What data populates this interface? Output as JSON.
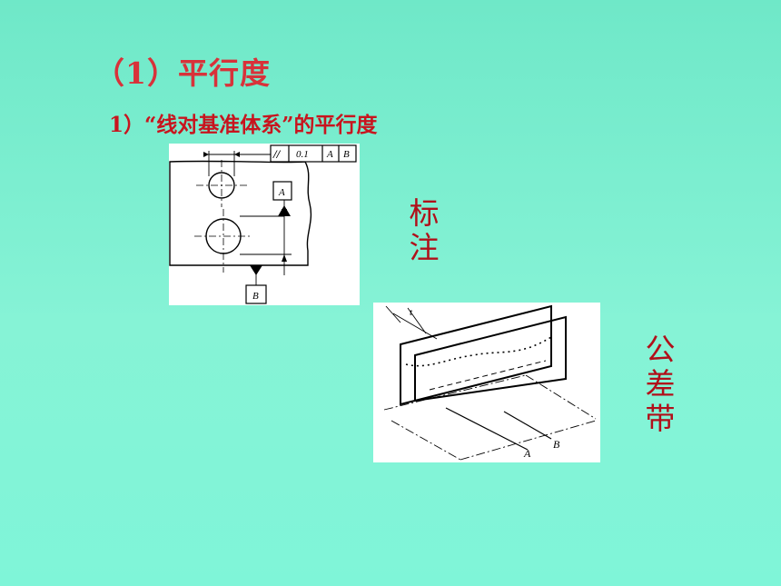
{
  "title": "（1）平行度",
  "subtitle": "1）“线对基准体系”的平行度",
  "labels": {
    "annotation": [
      "标",
      "注"
    ],
    "tolerance_zone": [
      "公",
      "差",
      "带"
    ]
  },
  "annotation_figure": {
    "frame_symbol": "//",
    "tolerance_value": "0.1",
    "datum_1": "A",
    "datum_2": "B",
    "datum_label_A": "A",
    "datum_label_B": "B"
  },
  "tolerance_figure": {
    "t_label": "t",
    "datum_A": "A",
    "datum_B": "B"
  },
  "colors": {
    "title": "#d8323a",
    "subtitle": "#c8141e",
    "labels": "#b0101a",
    "background": "#7ff5d8"
  }
}
